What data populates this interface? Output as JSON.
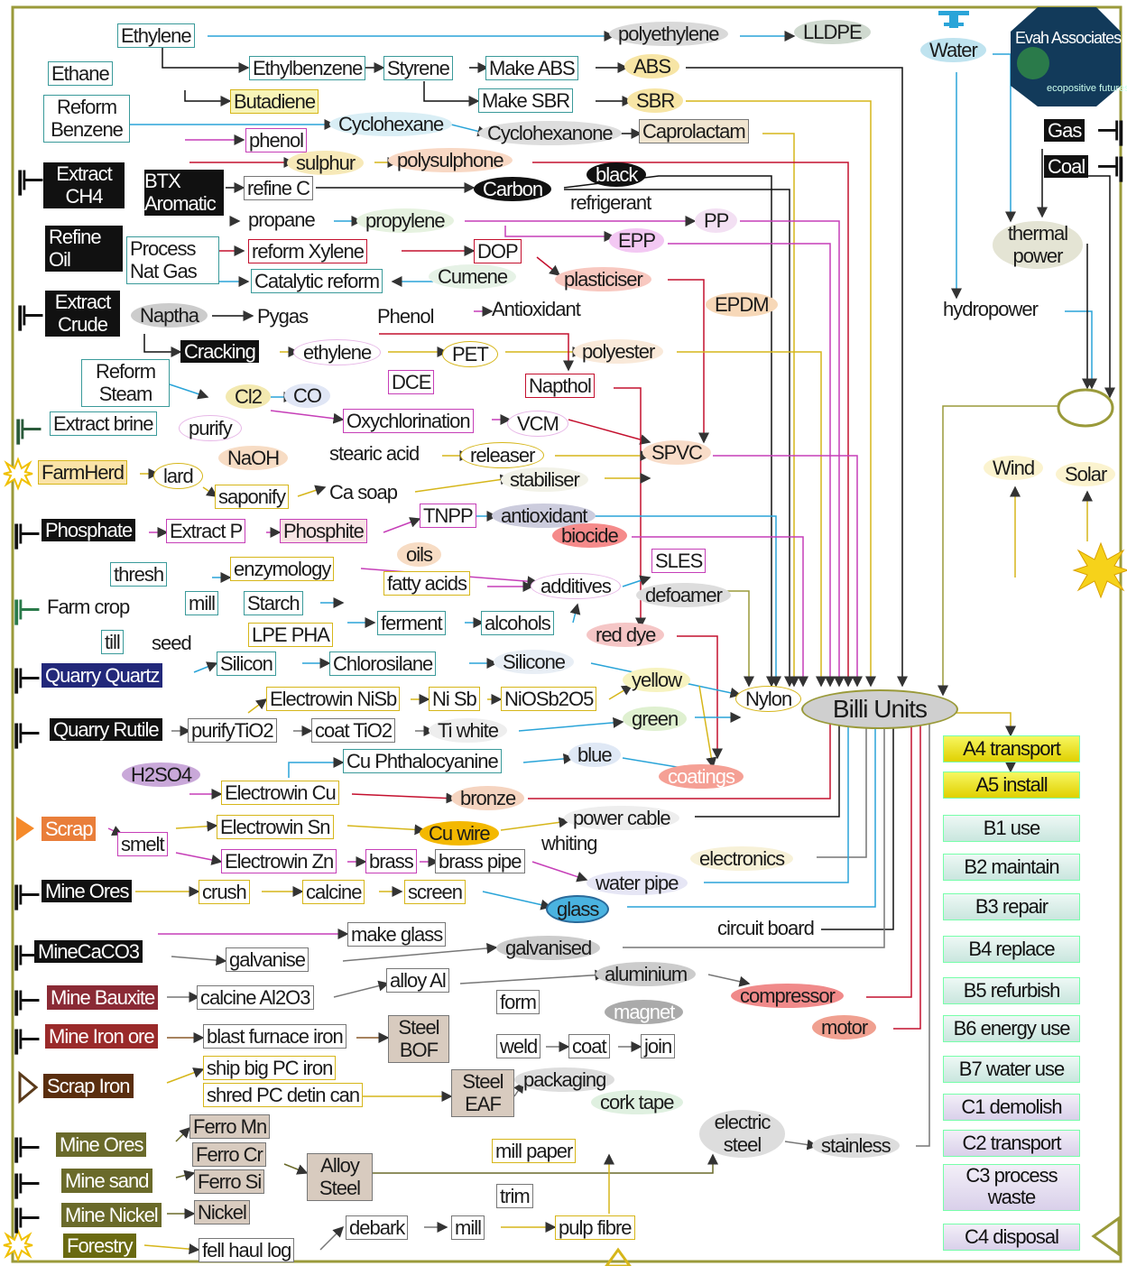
{
  "logo": {
    "title": "Evah Associates",
    "tagline": "ecopositive futures"
  },
  "center": "Billi Units",
  "sources": {
    "water": "Water",
    "gas": "Gas",
    "coal": "Coal",
    "extract_ch4": "Extract CH4",
    "refine_oil": "Refine Oil",
    "extract_crude": "Extract Crude",
    "extract_brine": "Extract brine",
    "farmherd": "FarmHerd",
    "phosphate": "Phosphate",
    "farm_crop": "Farm crop",
    "quarry_quartz": "Quarry Quartz",
    "quarry_rutile": "Quarry Rutile",
    "scrap": "Scrap",
    "mine_ores": "Mine Ores",
    "minecaco3": "MineCaCO3",
    "mine_bauxite": "Mine Bauxite",
    "mine_iron_ore": "Mine Iron ore",
    "scrap_iron": "Scrap Iron",
    "mine_ores2": "Mine Ores",
    "mine_sand": "Mine sand",
    "mine_nickel": "Mine Nickel",
    "forestry": "Forestry"
  },
  "nodes": {
    "ethylene_top": "Ethylene",
    "ethane": "Ethane",
    "reform_benzene": "Reform Benzene",
    "ethylbenzene": "Ethylbenzene",
    "styrene": "Styrene",
    "make_abs": "Make ABS",
    "abs": "ABS",
    "make_sbr": "Make SBR",
    "sbr": "SBR",
    "butadiene": "Butadiene",
    "cyclohexane": "Cyclohexane",
    "cyclohexanone": "Cyclohexanone",
    "caprolactam": "Caprolactam",
    "phenol_box": "phenol",
    "sulphur": "sulphur",
    "polysulphone": "polysulphone",
    "btx": "BTX Aromatic",
    "refine_c": "refine C",
    "carbon": "Carbon",
    "black": "black",
    "refrigerant": "refrigerant",
    "propane": "propane",
    "propylene": "propylene",
    "pp": "PP",
    "epp": "EPP",
    "process_nat_gas": "Process Nat Gas",
    "reform_xylene": "reform Xylene",
    "dop": "DOP",
    "catalytic_reform": "Catalytic reform",
    "cumene": "Cumene",
    "plasticiser": "plasticiser",
    "epdm": "EPDM",
    "naptha": "Naptha",
    "pygas": "Pygas",
    "phenol": "Phenol",
    "antioxidant": "Antioxidant",
    "cracking": "Cracking",
    "ethylene": "ethylene",
    "pet": "PET",
    "polyester": "polyester",
    "reform_steam": "Reform Steam",
    "cl2": "Cl2",
    "co": "CO",
    "dce": "DCE",
    "napthol": "Napthol",
    "purify": "purify",
    "oxychlorination": "Oxychlorination",
    "vcm": "VCM",
    "naoh": "NaOH",
    "stearic_acid": "stearic acid",
    "releaser": "releaser",
    "spvc": "SPVC",
    "lard": "lard",
    "saponify": "saponify",
    "ca_soap": "Ca soap",
    "stabiliser": "stabiliser",
    "extract_p": "Extract P",
    "phosphite": "Phosphite",
    "tnpp": "TNPP",
    "antioxidant2": "antioxidant",
    "biocide": "biocide",
    "oils": "oils",
    "thresh": "thresh",
    "enzymology": "enzymology",
    "fatty_acids": "fatty acids",
    "additives": "additives",
    "sles": "SLES",
    "defoamer": "defoamer",
    "mill": "mill",
    "starch": "Starch",
    "ferment": "ferment",
    "alcohols": "alcohols",
    "till": "till",
    "seed": "seed",
    "lpe_pha": "LPE PHA",
    "red_dye": "red dye",
    "silicon": "Silicon",
    "chlorosilane": "Chlorosilane",
    "silicone": "Silicone",
    "yellow": "yellow",
    "nylon": "Nylon",
    "electrowin_nisb": "Electrowin NiSb",
    "nisb": "Ni Sb",
    "niosb2o5": "NiOSb2O5",
    "green": "green",
    "purify_tio2": "purifyTiO2",
    "coat_tio2": "coat TiO2",
    "ti_white": "Ti white",
    "h2so4": "H2SO4",
    "cu_phthalocyanine": "Cu Phthalocyanine",
    "blue": "blue",
    "coatings": "coatings",
    "electrowin_cu": "Electrowin Cu",
    "bronze": "bronze",
    "electrowin_sn": "Electrowin Sn",
    "cu_wire": "Cu wire",
    "power_cable": "power cable",
    "smelt": "smelt",
    "whiting": "whiting",
    "electrowin_zn": "Electrowin Zn",
    "brass": "brass",
    "brass_pipe": "brass pipe",
    "electronics": "electronics",
    "crush": "crush",
    "calcine": "calcine",
    "screen": "screen",
    "water_pipe": "water pipe",
    "glass": "glass",
    "make_glass": "make glass",
    "circuit_board": "circuit board",
    "galvanise": "galvanise",
    "galvanised": "galvanised",
    "aluminium": "aluminium",
    "alloy_al": "alloy Al",
    "calcine_al2o3": "calcine Al2O3",
    "form": "form",
    "magnet": "magnet",
    "compressor": "compressor",
    "blast_furnace_iron": "blast furnace iron",
    "steel_bof": "Steel BOF",
    "weld": "weld",
    "coat": "coat",
    "join": "join",
    "motor": "motor",
    "ship_big_pc_iron": "ship big PC iron",
    "packaging": "packaging",
    "shred_pc_detin_can": "shred PC detin can",
    "steel_eaf": "Steel EAF",
    "cork_tape": "cork tape",
    "electric_steel": "electric steel",
    "stainless": "stainless",
    "ferro_mn": "Ferro Mn",
    "mill_paper": "mill paper",
    "ferro_cr": "Ferro Cr",
    "alloy_steel": "Alloy Steel",
    "ferro_si": "Ferro Si",
    "trim": "trim",
    "nickel": "Nickel",
    "debark": "debark",
    "mill2": "mill",
    "pulp_fibre": "pulp fibre",
    "fell_haul_log": "fell haul log",
    "polyethylene": "polyethylene",
    "lldpe": "LLDPE",
    "thermal_power": "thermal power",
    "hydropower": "hydropower",
    "wind": "Wind",
    "solar": "Solar"
  },
  "stages": [
    "A4 transport",
    "A5 install",
    "B1 use",
    "B2 maintain",
    "B3 repair",
    "B4 replace",
    "B5 refurbish",
    "B6 energy use",
    "B7 water use",
    "C1 demolish",
    "C2 transport",
    "C3 process waste",
    "C4 disposal"
  ],
  "colors": {
    "teal": "#3a9a9a",
    "magenta": "#c63fb8",
    "red": "#c4102e",
    "yellow": "#d6b61a",
    "blue": "#2aa4d8",
    "black": "#111111",
    "olive": "#9a9a3a"
  }
}
